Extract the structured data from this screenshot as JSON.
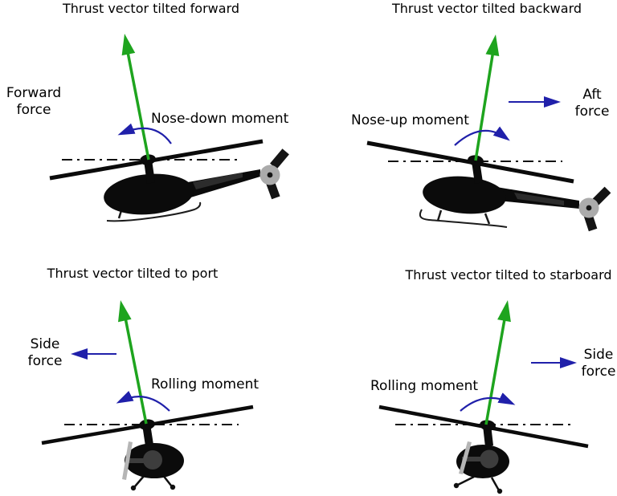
{
  "background_color": "#ffffff",
  "colors": {
    "thrust_vector_green": "#1ea41e",
    "force_moment_blue": "#2020aa",
    "airframe_black": "#0b0b0b",
    "tail_rotor_gray": "#ababab",
    "text_black": "#000000"
  },
  "panels": {
    "top_left": {
      "title": "Thrust vector tilted forward",
      "force_label": "Forward\nforce",
      "moment_label": "Nose-down moment"
    },
    "top_right": {
      "title": "Thrust vector tilted backward",
      "force_label": "Aft\nforce",
      "moment_label": "Nose-up moment"
    },
    "bottom_left": {
      "title": "Thrust vector tilted to port",
      "force_label": "Side\nforce",
      "moment_label": "Rolling moment"
    },
    "bottom_right": {
      "title": "Thrust vector tilted to starboard",
      "force_label": "Side\nforce",
      "moment_label": "Rolling moment"
    }
  }
}
